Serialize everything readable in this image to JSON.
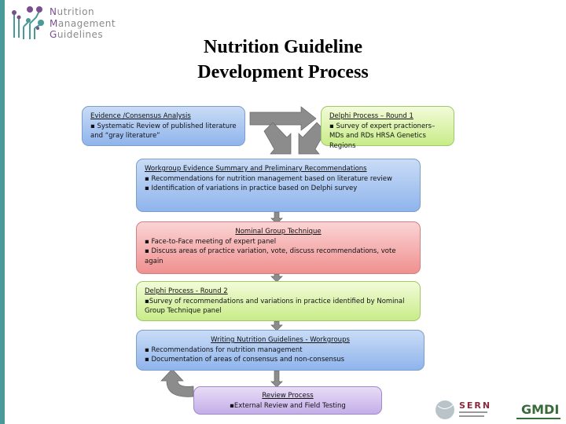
{
  "logo": {
    "line1_initial": "N",
    "line1_rest": "utrition",
    "line2_initial": "M",
    "line2_rest": "anagement",
    "line3_initial": "G",
    "line3_rest": "uidelines"
  },
  "title": {
    "line1": "Nutrition Guideline",
    "line2": "Development Process"
  },
  "boxes": {
    "evidence": {
      "heading": "Evidence /Consensus Analysis",
      "items": [
        "▪ Systematic Review of published literature and “gray literature”"
      ]
    },
    "delphi1": {
      "heading": "Delphi Process – Round 1",
      "items": [
        "▪ Survey of expert practioners– MDs and RDs HRSA Genetics Regions"
      ]
    },
    "workgroup": {
      "heading": "Workgroup Evidence Summary and Preliminary Recommendations",
      "items": [
        "▪ Recommendations for nutrition management based on literature review",
        "▪ Identification of variations in practice based on Delphi survey"
      ]
    },
    "nominal": {
      "heading": "Nominal Group Technique",
      "items": [
        "▪ Face-to-Face meeting of expert panel",
        "▪ Discuss areas of practice variation, vote, discuss recommendations, vote again"
      ]
    },
    "delphi2": {
      "heading": "Delphi Process - Round 2",
      "items": [
        "▪Survey of recommendations and variations in practice identified by Nominal Group Technique panel"
      ]
    },
    "writing": {
      "heading": "Writing Nutrition Guidelines - Workgroups",
      "items": [
        "▪ Recommendations for nutrition management",
        "▪ Documentation of areas of consensus and non-consensus"
      ]
    },
    "review": {
      "heading": "Review Process",
      "items": [
        "▪External Review and Field Testing"
      ]
    }
  },
  "footer_logos": {
    "sern": "SERN",
    "gmdi": "GMDI"
  },
  "colors": {
    "blue_box": "#a9c6f0",
    "green_box": "#d9f3a8",
    "red_box": "#f4acac",
    "purple_box": "#d4c2ee",
    "arrow": "#8c8c8c",
    "accent_bar": "#4a9a9a"
  }
}
